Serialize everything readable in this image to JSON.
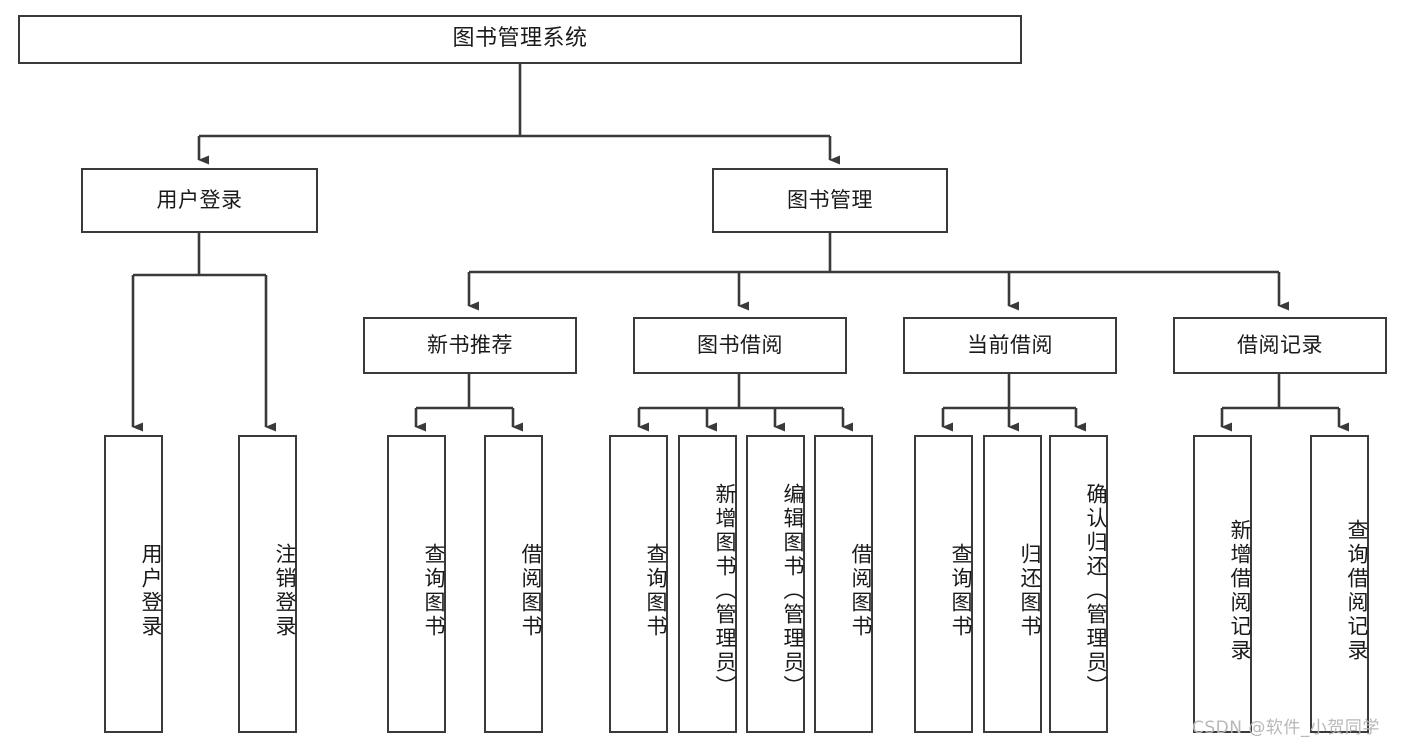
{
  "diagram": {
    "type": "tree-hierarchy-chart",
    "title": "图书管理系统",
    "colors": {
      "stroke": "#3a3a3a",
      "fill": "#ffffff",
      "text": "#1a1a1a",
      "watermark": "#b8b8b8"
    },
    "root": {
      "label": "图书管理系统"
    },
    "level2": [
      {
        "label": "用户登录"
      },
      {
        "label": "图书管理"
      }
    ],
    "level3": [
      {
        "label": "新书推荐"
      },
      {
        "label": "图书借阅"
      },
      {
        "label": "当前借阅"
      },
      {
        "label": "借阅记录"
      }
    ],
    "leaves": {
      "user_login": [
        {
          "label": "用户登录"
        },
        {
          "label": "注销登录"
        }
      ],
      "new_book_recommend": [
        {
          "label": "查询图书"
        },
        {
          "label": "借阅图书"
        }
      ],
      "book_borrow": [
        {
          "label": "查询图书"
        },
        {
          "label": "新增图书（管理员）"
        },
        {
          "label": "编辑图书（管理员）"
        },
        {
          "label": "借阅图书"
        }
      ],
      "current_borrow": [
        {
          "label": "查询图书"
        },
        {
          "label": "归还图书"
        },
        {
          "label": "确认归还（管理员）"
        }
      ],
      "borrow_record": [
        {
          "label": "新增借阅记录"
        },
        {
          "label": "查询借阅记录"
        }
      ]
    }
  },
  "watermark": {
    "text": "CSDN @软件_小贺同学"
  }
}
